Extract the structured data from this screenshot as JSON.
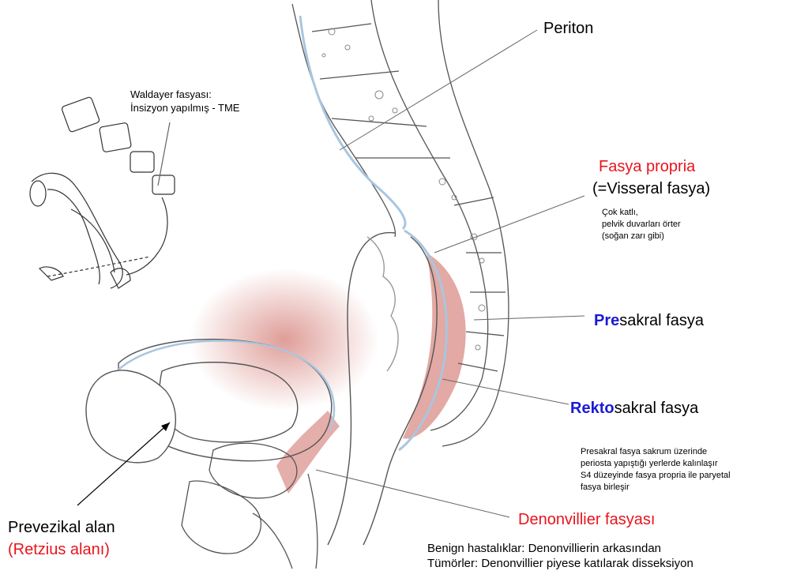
{
  "colors": {
    "accent_red": "#e8141c",
    "accent_blue": "#1a1ad6",
    "fascia_shade": "#d98c86",
    "fascia_blue": "#a9c6e0",
    "line_art": "#555555"
  },
  "labels": {
    "periton": "Periton",
    "waldayer_line1": "Waldayer fasyası:",
    "waldayer_line2": "İnsizyon yapılmış - TME",
    "fasya_propria": "Fasya propria",
    "visseral": "(=Visseral fasya)",
    "cok_katli_1": "Çok katlı,",
    "cok_katli_2": "pelvik duvarları örter",
    "cok_katli_3": "(soğan zarı gibi)",
    "presakral_prefix": "Pre",
    "presakral_rest": "sakral fasya",
    "rekto_prefix": "Rekto",
    "rekto_rest": "sakral fasya",
    "note_1": "Presakral fasya sakrum üzerinde",
    "note_2": "periosta yapıştığı yerlerde kalınlaşır",
    "note_3": "S4 düzeyinde fasya propria ile paryetal",
    "note_4": "fasya birleşir",
    "denon": "Denonvillier fasyası",
    "benign": "Benign hastalıklar: Denonvillierin arkasından",
    "tumor": "Tümörler: Denonvillier piyese katılarak  disseksiyon",
    "prevezikal": "Prevezikal alan",
    "retzius": "(Retzius alanı)"
  }
}
